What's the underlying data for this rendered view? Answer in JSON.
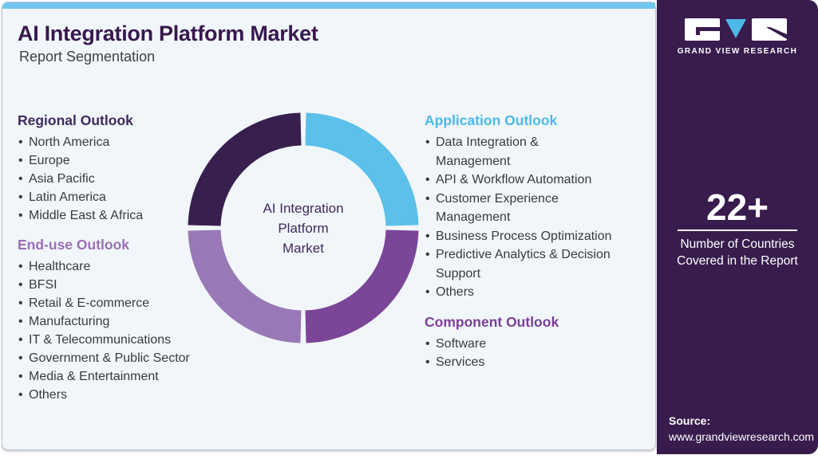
{
  "header": {
    "title": "AI Integration Platform Market",
    "subtitle": "Report Segmentation"
  },
  "sections": {
    "regional": {
      "heading": "Regional Outlook",
      "heading_color": "#3e2a5c",
      "items": [
        "North America",
        "Europe",
        "Asia Pacific",
        "Latin America",
        "Middle East & Africa"
      ]
    },
    "end_use": {
      "heading": "End-use Outlook",
      "heading_color": "#9b6fb5",
      "items": [
        "Healthcare",
        "BFSI",
        "Retail & E-commerce",
        "Manufacturing",
        "IT & Telecommunications",
        "Government & Public Sector",
        "Media & Entertainment",
        "Others"
      ]
    },
    "application": {
      "heading": "Application Outlook",
      "heading_color": "#4cb9e8",
      "items": [
        "Data Integration &\nManagement",
        "API & Workflow Automation",
        "Customer Experience\nManagement",
        "Business Process Optimization",
        "Predictive Analytics & Decision\nSupport",
        "Others"
      ]
    },
    "component": {
      "heading": "Component Outlook",
      "heading_color": "#7b3f9a",
      "items": [
        "Software",
        "Services"
      ]
    }
  },
  "chart_data": {
    "type": "pie",
    "subtype": "donut",
    "title": "AI Integration Platform Market",
    "center_label_lines": [
      "AI Integration",
      "Platform",
      "Market"
    ],
    "legend_position": "none",
    "segments": [
      {
        "label": "Application Outlook",
        "value": 25,
        "color": "#5bc0ea",
        "position": "top-right"
      },
      {
        "label": "Component Outlook",
        "value": 25,
        "color": "#7b4598",
        "position": "bottom-right"
      },
      {
        "label": "End-use Outlook",
        "value": 25,
        "color": "#9879b6",
        "position": "bottom-left"
      },
      {
        "label": "Regional Outlook",
        "value": 25,
        "color": "#38204e",
        "position": "top-left"
      }
    ]
  },
  "sidebar": {
    "brand": {
      "logo_text": "GRAND VIEW RESEARCH"
    },
    "stat": {
      "value": "22+",
      "caption": "Number of Countries\nCovered in the Report"
    },
    "source": {
      "label": "Source:",
      "url": "www.grandviewresearch.com"
    }
  },
  "colors": {
    "title_text": "#38184e",
    "body_text": "#3a3a3a",
    "top_bar": "#71c6ee",
    "card_background": "#f1f6fa",
    "card_border": "#bcc3cb",
    "sidebar_background": "#381c4d",
    "logo_accent_blue": "#4db9e8",
    "white": "#ffffff"
  }
}
